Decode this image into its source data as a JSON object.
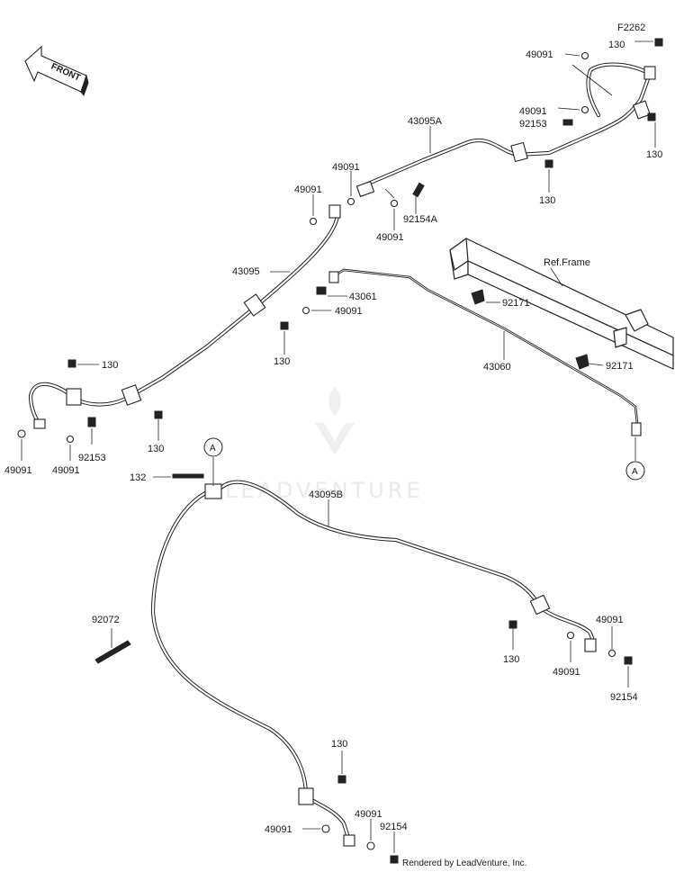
{
  "code": "F2262",
  "front_label": "FRONT",
  "ref_label": "Ref.Frame",
  "callout": "A",
  "footer": "Rendered by LeadVenture, Inc.",
  "watermark": "LEADVENTURE",
  "parts": {
    "p_43095A": "43095A",
    "p_43095": "43095",
    "p_43095B": "43095B",
    "p_43061": "43061",
    "p_43060": "43060",
    "p_49091": "49091",
    "p_130": "130",
    "p_132": "132",
    "p_92153": "92153",
    "p_92154A": "92154A",
    "p_92154": "92154",
    "p_92171": "92171",
    "p_92072": "92072"
  }
}
